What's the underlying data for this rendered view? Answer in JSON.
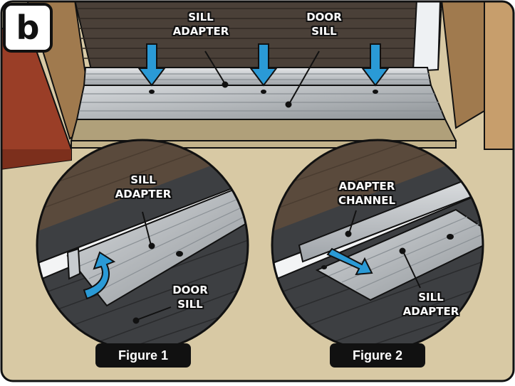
{
  "step": {
    "label": "b"
  },
  "top_view": {
    "sill_adapter": {
      "line1": "SILL",
      "line2": "ADAPTER"
    },
    "door_sill": {
      "line1": "DOOR",
      "line2": "SILL"
    }
  },
  "figure1": {
    "caption": "Figure 1",
    "sill_adapter": {
      "line1": "SILL",
      "line2": "ADAPTER"
    },
    "door_sill": {
      "line1": "DOOR",
      "line2": "SILL"
    }
  },
  "figure2": {
    "caption": "Figure 2",
    "adapter_channel": {
      "line1": "ADAPTER",
      "line2": "CHANNEL"
    },
    "sill_adapter": {
      "line1": "SILL",
      "line2": "ADAPTER"
    }
  },
  "colors": {
    "arrow": "#2a9ad6",
    "floor": "#d8c9a4",
    "brick": "#9a3e27",
    "deck": "#3d3f42",
    "siding": "#4a4038",
    "outline": "#111111"
  }
}
